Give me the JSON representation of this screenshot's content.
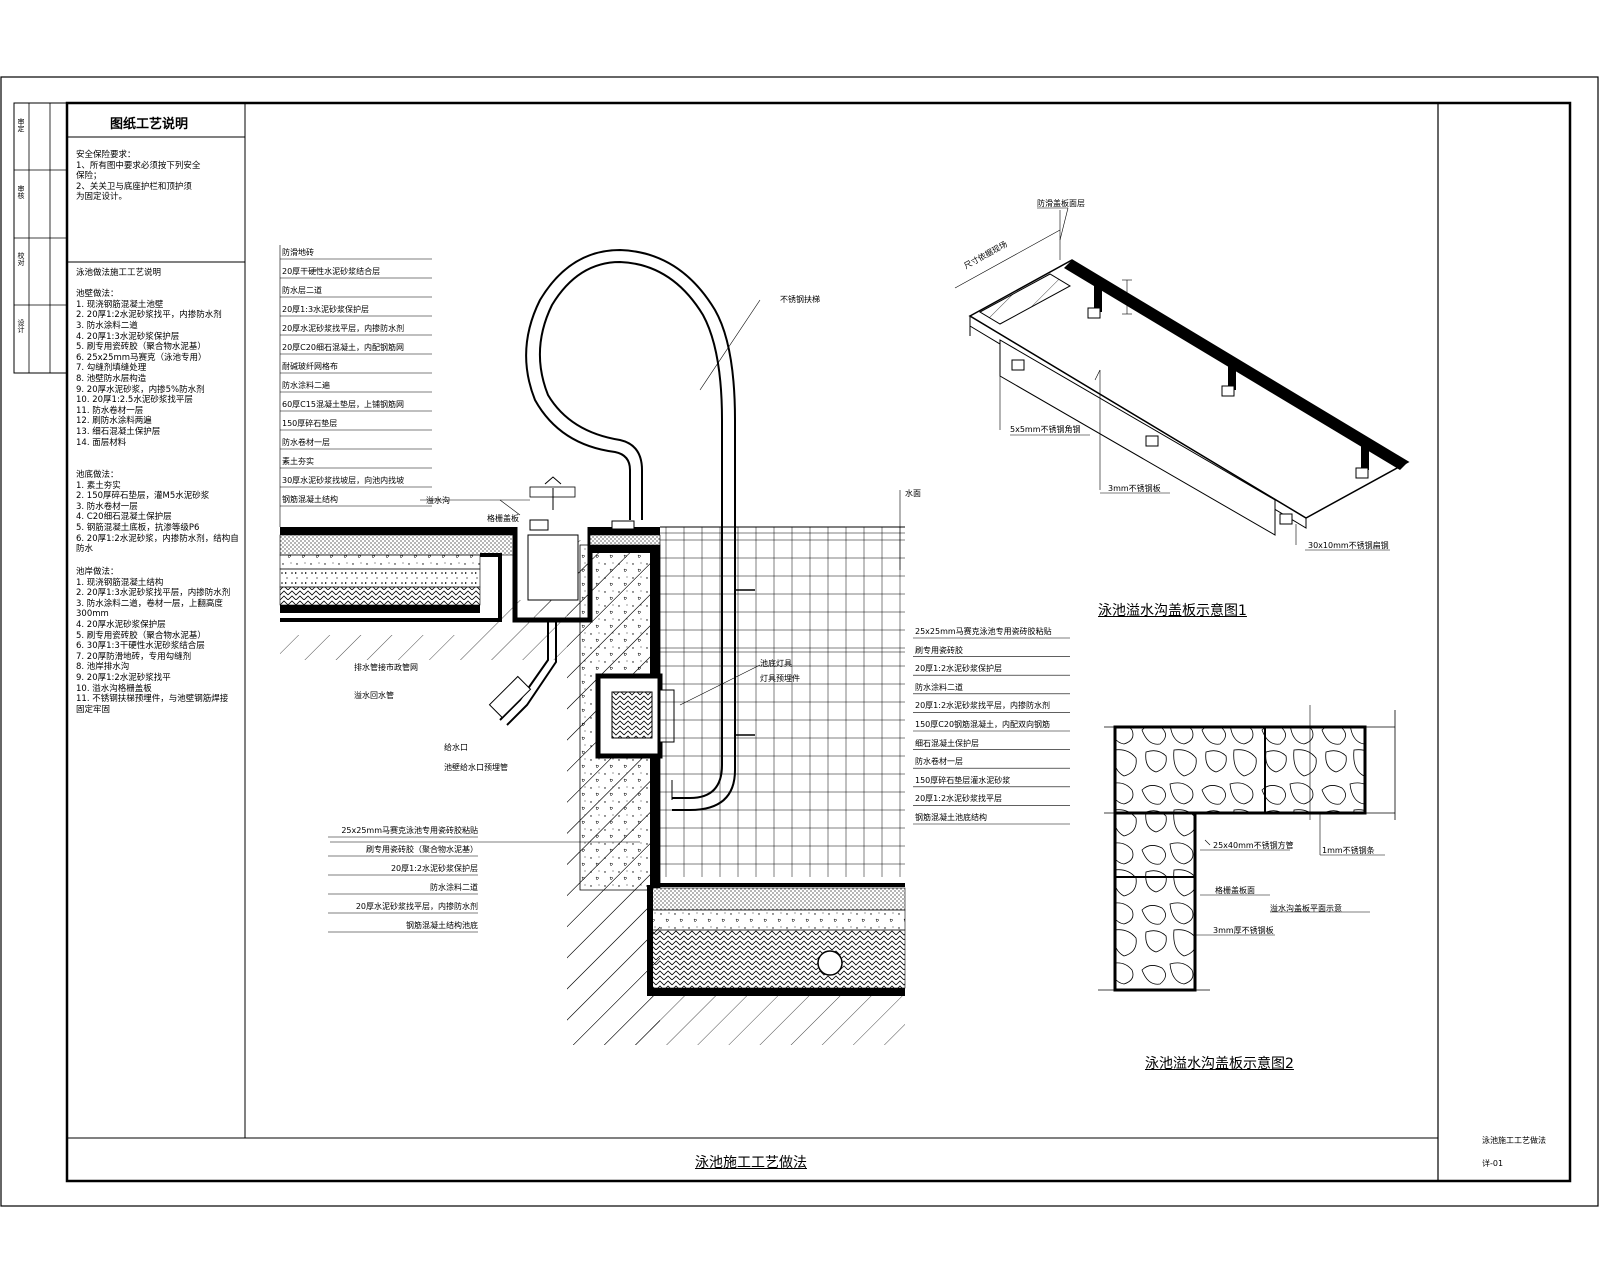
{
  "notes_panel": {
    "title": "图纸工艺说明",
    "safety_lines": [
      "安全保险要求：",
      "1、所有图中要求必须按下列安全",
      "   保险；",
      "2、关关卫与底座护栏和顶护须",
      "   为固定设计。"
    ],
    "section_a": [
      "泳池做法施工工艺说明",
      "",
      "池壁做法：",
      "1. 现浇钢筋混凝土池壁",
      "2. 20厚1:2水泥砂浆找平，内掺防水剂",
      "3. 防水涂料二道",
      "4. 20厚1:3水泥砂浆保护层",
      "5. 刷专用瓷砖胶（聚合物水泥基）",
      "6. 25x25mm马赛克（泳池专用）",
      "7. 勾缝剂填缝处理",
      "8. 池壁防水层构造",
      "9. 20厚水泥砂浆，内掺5%防水剂",
      "10. 20厚1:2.5水泥砂浆找平层",
      "11. 防水卷材一层",
      "12. 刷防水涂料两遍",
      "13. 细石混凝土保护层",
      "14. 面层材料"
    ],
    "section_b": [
      "池底做法：",
      "1. 素土夯实",
      "2. 150厚碎石垫层，灌M5水泥砂浆",
      "3. 防水卷材一层",
      "4. C20细石混凝土保护层",
      "5. 钢筋混凝土底板，抗渗等级P6",
      "6. 20厚1:2水泥砂浆，内掺防水剂，结构自防水"
    ],
    "section_c": [
      "池岸做法：",
      "1. 现浇钢筋混凝土结构",
      "2. 20厚1:3水泥砂浆找平层，内掺防水剂",
      "3. 防水涂料二道，卷材一层，上翻高度",
      "   300mm",
      "4. 20厚水泥砂浆保护层",
      "5. 刷专用瓷砖胶（聚合物水泥基）",
      "6. 30厚1:3干硬性水泥砂浆结合层",
      "7. 20厚防滑地砖，专用勾缝剂",
      "8. 池岸排水沟",
      "9. 20厚1:2水泥砂浆找平",
      "10. 溢水沟格栅盖板",
      "11. 不锈钢扶梯预埋件，与池壁钢筋焊接",
      "   固定牢固"
    ]
  },
  "left_strip": {
    "cells": [
      "审定",
      "审核",
      "校对",
      "设计"
    ]
  },
  "main_section": {
    "top_callouts": [
      "防滑地砖",
      "20厚干硬性水泥砂浆结合层",
      "防水层二道",
      "20厚1:3水泥砂浆保护层",
      "20厚水泥砂浆找平层，内掺防水剂",
      "20厚C20细石混凝土，内配钢筋网",
      "耐碱玻纤网格布",
      "防水涂料二遍",
      "60厚C15混凝土垫层，上铺钢筋网",
      "150厚碎石垫层",
      "防水卷材一层",
      "素土夯实",
      "30厚水泥砂浆找坡层，向池内找坡",
      "钢筋混凝土结构"
    ],
    "ladder_label": "不锈钢扶梯",
    "gutter_label": "溢水沟",
    "grate_label": "格栅盖板",
    "drain_label": "排水管接市政管网",
    "drain_pipe_label": "溢水回水管",
    "water_level": "水面",
    "light_label_1": "池底灯具",
    "light_label_2": "灯具预埋件",
    "inlet_label_1": "给水口",
    "inlet_label_2": "池壁给水口预埋管",
    "wall_callouts": [
      "25x25mm马赛克泳池专用瓷砖胶粘贴",
      "刷专用瓷砖胶",
      "20厚1:2水泥砂浆保护层",
      "防水涂料二道",
      "20厚1:2水泥砂浆找平层，内掺防水剂",
      "150厚C20钢筋混凝土，内配双向钢筋",
      "细石混凝土保护层",
      "防水卷材一层",
      "150厚碎石垫层灌水泥砂浆",
      "20厚1:2水泥砂浆找平层",
      "钢筋混凝土池底结构"
    ],
    "bottom_callouts": [
      "25x25mm马赛克泳池专用瓷砖胶粘贴",
      "刷专用瓷砖胶（聚合物水泥基）",
      "20厚1:2水泥砂浆保护层",
      "防水涂料二道",
      "20厚水泥砂浆找平层，内掺防水剂",
      "钢筋混凝土结构池底"
    ],
    "title": "泳池施工工艺做法"
  },
  "diagram1": {
    "title": "泳池溢水沟盖板示意图1",
    "labels": [
      "防滑盖板面层",
      "尺寸依据现场",
      "5x5mm不锈钢角钢",
      "3mm不锈钢板",
      "30x10mm不锈钢扁钢"
    ]
  },
  "diagram2": {
    "title": "泳池溢水沟盖板示意图2",
    "labels": [
      "25x40mm不锈钢方管",
      "1mm不锈钢条",
      "格栅盖板面",
      "溢水沟盖板平面示意",
      "3mm厚不锈钢板"
    ]
  },
  "title_block": {
    "line1": "泳池施工工艺做法",
    "line2": "详-01"
  }
}
